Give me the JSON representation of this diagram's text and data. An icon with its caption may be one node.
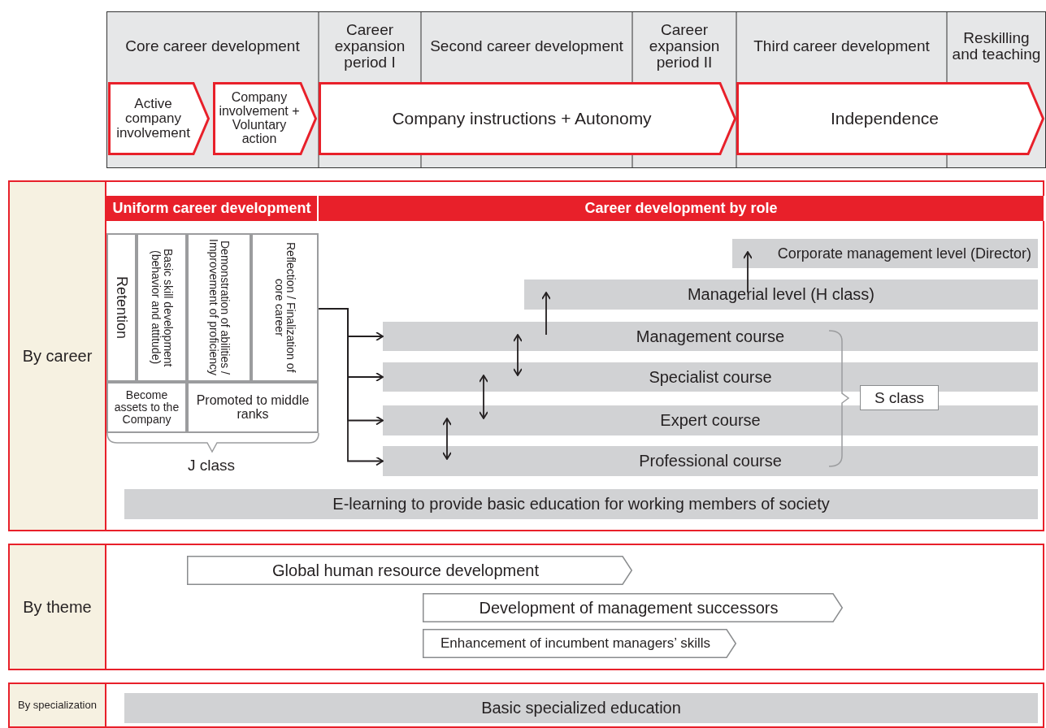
{
  "diagram": {
    "nodes": [
      {
        "text": [
          "Core career development"
        ]
      },
      {
        "text": [
          "Career expansion period I"
        ]
      },
      {
        "text": [
          "Second career development"
        ]
      },
      {
        "text": [
          "Career expansion period II"
        ]
      },
      {
        "text": [
          "Third career development"
        ]
      },
      {
        "text": [
          "Reskilling and teaching"
        ]
      },
      {
        "text": [
          "Active company involvement"
        ]
      },
      {
        "text": [
          "Company involvement + Voluntary action"
        ]
      },
      {
        "text": [
          "Company instructions + Autonomy"
        ]
      },
      {
        "text": [
          "Independence"
        ]
      },
      {
        "text": [
          "By career"
        ]
      },
      {
        "text": [
          "Uniform career development"
        ],
        "in": 10
      },
      {
        "text": [
          "Career development by role"
        ],
        "in": 10
      },
      {
        "text": [
          "Retention"
        ],
        "in": 10
      },
      {
        "text": [
          "Basic skill development (behavior and attitude)"
        ],
        "in": 10
      },
      {
        "text": [
          "Demonstration of abilities / Improvement of proficiency"
        ],
        "in": 10
      },
      {
        "text": [
          "Reflection / Finalization of core career"
        ],
        "in": 10
      },
      {
        "text": [
          "Become assets to the Company"
        ],
        "in": 10
      },
      {
        "text": [
          "Promoted to middle ranks"
        ],
        "in": 10
      },
      {
        "text": [
          "Corporate management level (Director)"
        ],
        "in": 10
      },
      {
        "text": [
          "Managerial level (H class)"
        ],
        "in": 10
      },
      {
        "text": [
          "Management course"
        ],
        "in": 10
      },
      {
        "text": [
          "Specialist course"
        ],
        "in": 10
      },
      {
        "text": [
          "Expert course"
        ],
        "in": 10
      },
      {
        "text": [
          "Professional course"
        ],
        "in": 10
      },
      {
        "text": [
          "S class"
        ],
        "in": 10
      },
      {
        "text": [
          "E-learning to provide basic education for working members of society"
        ],
        "in": 10
      },
      {
        "text": [
          "By theme"
        ]
      },
      {
        "text": [
          "Global human resource development"
        ],
        "in": 27
      },
      {
        "text": [
          "Development of management successors"
        ],
        "in": 27
      },
      {
        "text": [
          "Enhancement of incumbent managers’ skills"
        ],
        "in": 27
      },
      {
        "text": [
          "By specialization"
        ]
      },
      {
        "text": [
          "Basic specialized education"
        ],
        "in": 31
      }
    ],
    "edges": [
      {
        "from": 16,
        "to": 21,
        "arrow": "to"
      },
      {
        "from": 16,
        "to": 22,
        "arrow": "to"
      },
      {
        "from": 16,
        "to": 23,
        "arrow": "to"
      },
      {
        "from": 16,
        "to": 24,
        "arrow": "to"
      },
      {
        "from": 21,
        "to": 22,
        "arrow": "both"
      },
      {
        "from": 22,
        "to": 23,
        "arrow": "both"
      },
      {
        "from": 23,
        "to": 24,
        "arrow": "both"
      },
      {
        "from": 21,
        "to": 20,
        "arrow": "to"
      },
      {
        "from": 20,
        "to": 19,
        "arrow": "to"
      }
    ],
    "labels": [
      "J class"
    ]
  }
}
